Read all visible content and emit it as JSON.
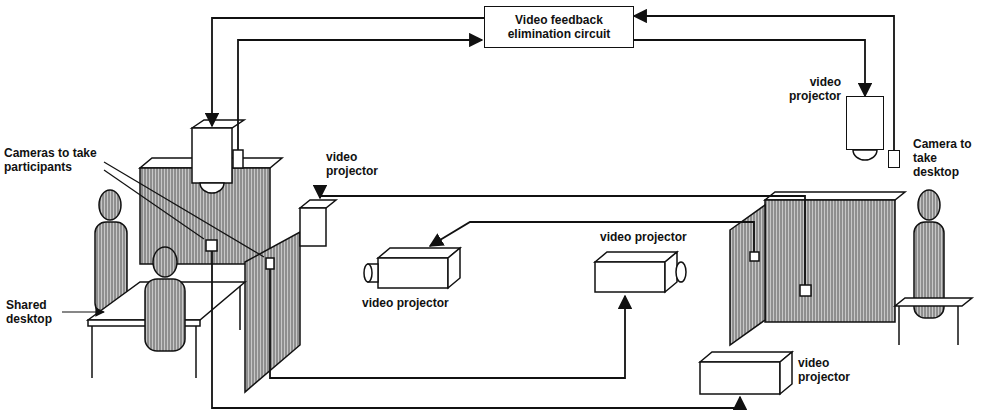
{
  "diagram": {
    "nodes": [
      {
        "text": [
          "Video feedback elimination circuit"
        ]
      },
      {
        "text": [
          "video projector"
        ]
      },
      {
        "text": [
          "Camera to take desktop"
        ]
      }
    ],
    "edges": [
      {
        "from": 2,
        "to": 0,
        "arrow": "to"
      },
      {
        "from": 0,
        "to": 1,
        "arrow": "to"
      }
    ],
    "labels": [
      "Cameras to take participants",
      "video projector",
      "video projector",
      "video projector",
      "Shared desktop",
      "video projector"
    ]
  }
}
